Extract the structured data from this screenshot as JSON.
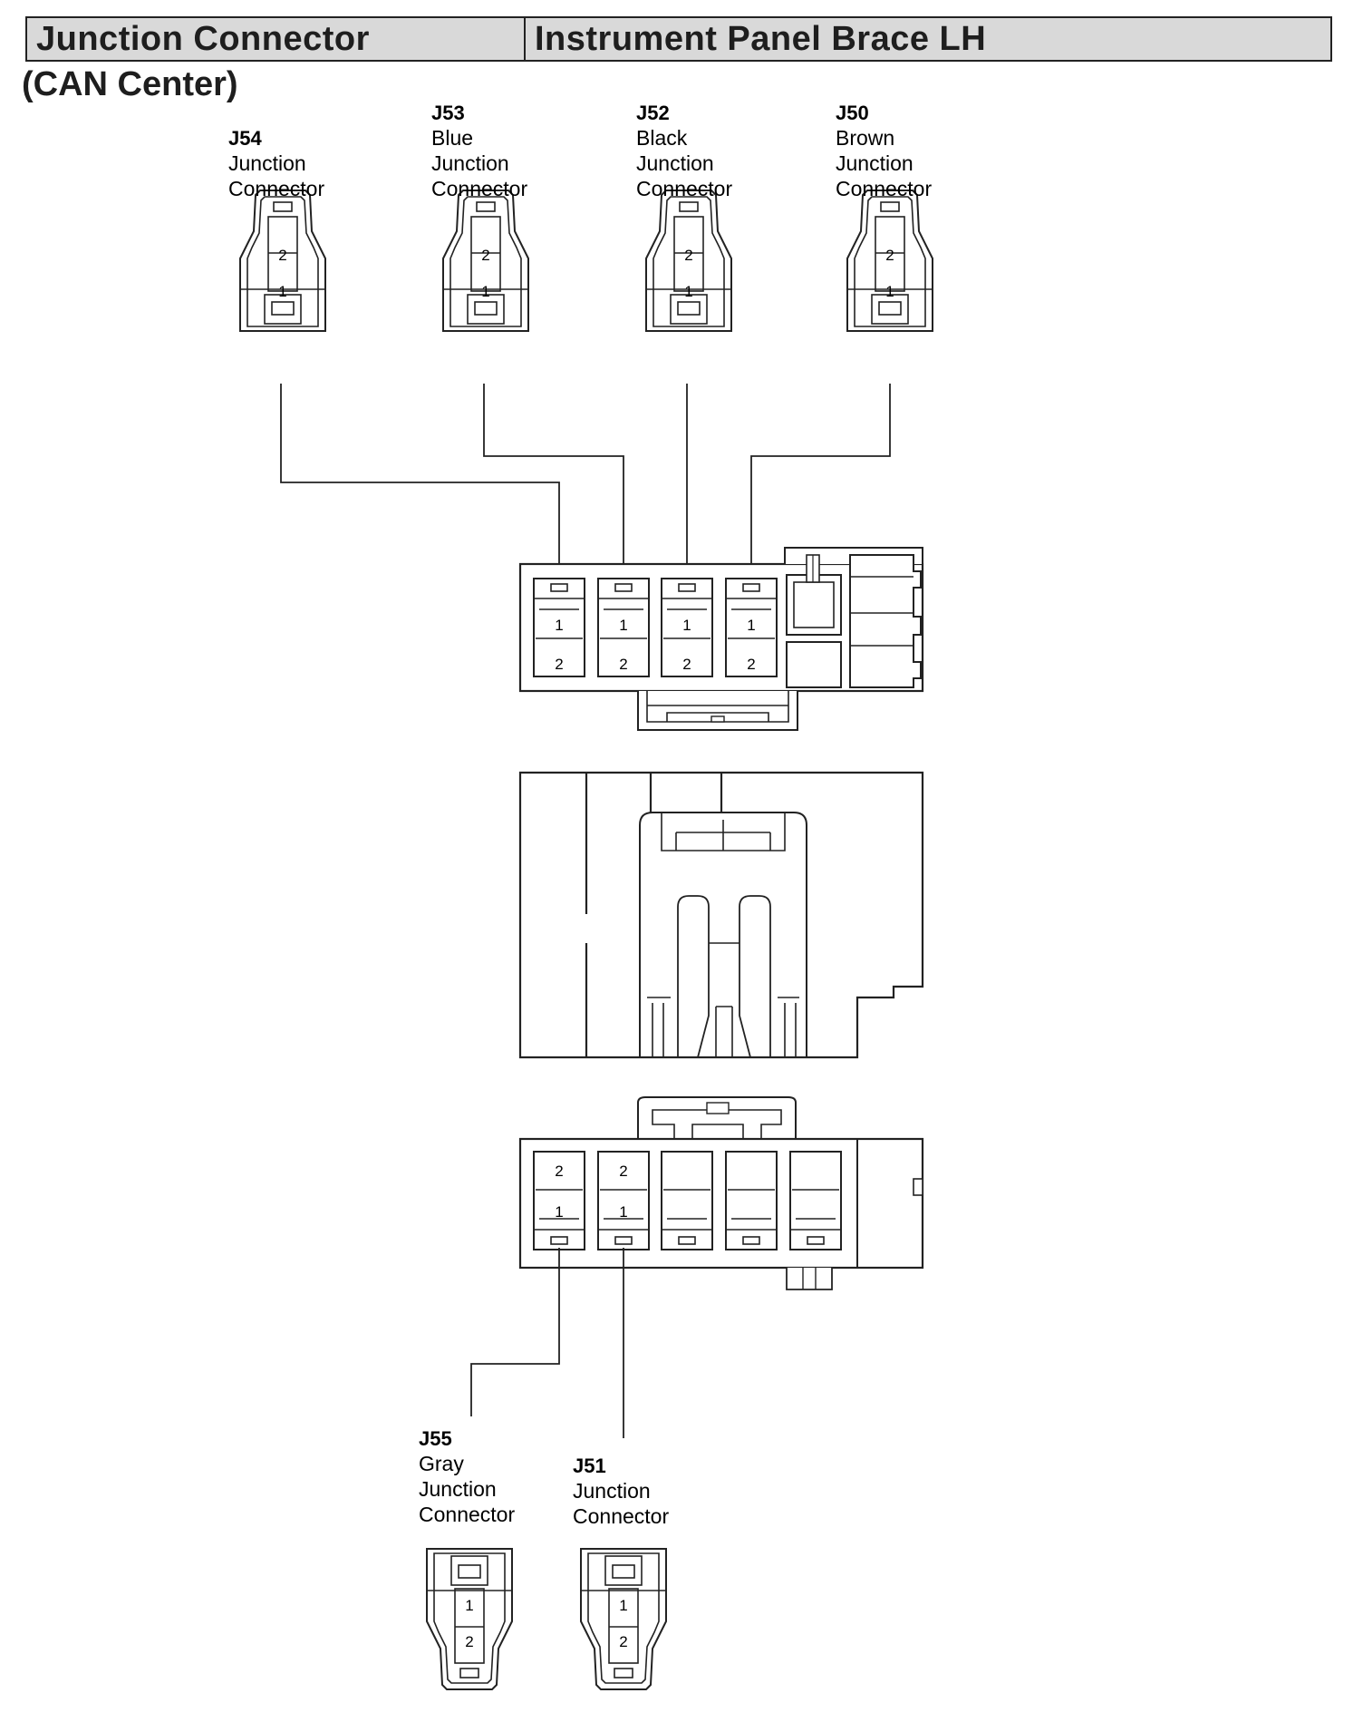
{
  "header": {
    "left_title": "Junction Connector",
    "right_title": "Instrument Panel Brace LH",
    "subtitle": "(CAN Center)"
  },
  "connectors_top": [
    {
      "id": "J54",
      "lines": [
        "Junction",
        "Connector"
      ]
    },
    {
      "id": "J53",
      "lines": [
        "Blue",
        "Junction",
        "Connector"
      ]
    },
    {
      "id": "J52",
      "lines": [
        "Black",
        "Junction",
        "Connector"
      ]
    },
    {
      "id": "J50",
      "lines": [
        "Brown",
        "Junction",
        "Connector"
      ]
    }
  ],
  "connectors_bottom": [
    {
      "id": "J55",
      "lines": [
        "Gray",
        "Junction",
        "Connector"
      ]
    },
    {
      "id": "J51",
      "lines": [
        "Junction",
        "Connector"
      ]
    }
  ],
  "pins": {
    "one": "1",
    "two": "2"
  },
  "colors": {
    "line": "#222222",
    "header_bg": "#d9d9d9",
    "background": "#ffffff"
  }
}
